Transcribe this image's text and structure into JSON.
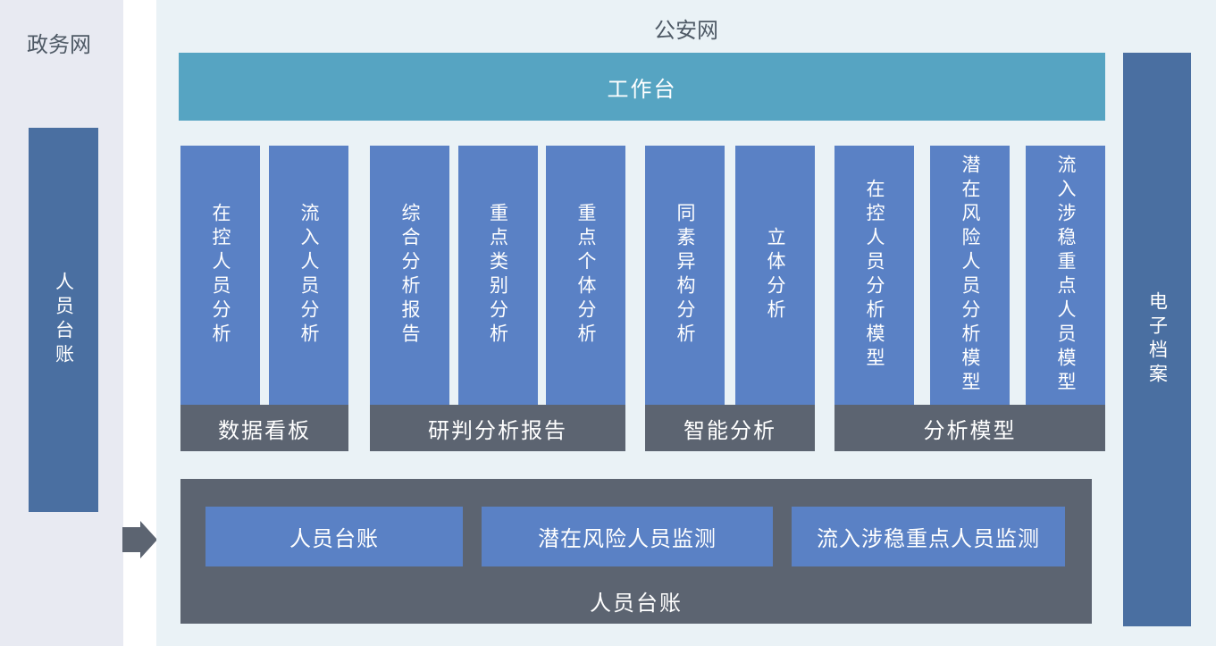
{
  "left_panel": {
    "title": "政务网",
    "bar_label": "人员台账"
  },
  "main_panel": {
    "title": "公安网",
    "workbench_label": "工作台",
    "groups": [
      {
        "footer": "数据看板",
        "items": [
          "在控人员分析",
          "流入人员分析"
        ]
      },
      {
        "footer": "研判分析报告",
        "items": [
          "综合分析报告",
          "重点类别分析",
          "重点个体分析"
        ]
      },
      {
        "footer": "智能分析",
        "items": [
          "同素异构分析",
          "立体分析"
        ]
      },
      {
        "footer": "分析模型",
        "items": [
          "在控人员分析模型",
          "潜在风险人员分析模型",
          "流入涉稳重点人员模型"
        ]
      }
    ],
    "bottom_section": {
      "buttons": [
        "人员台账",
        "潜在风险人员监测",
        "流入涉稳重点人员监测"
      ],
      "label": "人员台账"
    },
    "right_bar_label": "电子档案"
  },
  "icons": {
    "flow_arrow": "right-block-arrow"
  },
  "colors": {
    "left_panel_bg": "#e8eaf2",
    "main_panel_bg": "#eaf2f6",
    "side_bar_blue": "#4a6fa1",
    "module_blue": "#5a81c5",
    "workbench_teal": "#56a4c2",
    "dark_slate": "#5c6471",
    "title_text": "#4f5a66",
    "bar_text": "#ffffff"
  }
}
